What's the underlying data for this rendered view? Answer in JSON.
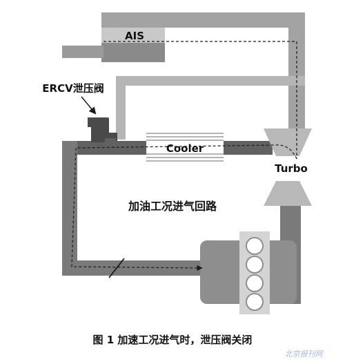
{
  "labels": {
    "ais": "AIS",
    "ercv": "ERCV泄压阀",
    "cooler": "Cooler",
    "turbo": "Turbo",
    "circuit": "加油工况进气回路"
  },
  "caption": "图 1  加速工况进气时，泄压阀关闭",
  "watermark": "北京报刊网",
  "colors": {
    "duct_light": "#a3a3a3",
    "duct_dark": "#616161",
    "ais_body": "#8a8a8a",
    "ais_band": "#c9c9c9",
    "turbo": "#b9b9b9",
    "engine_body": "#8e8e8e",
    "valve": "#4a4a4a",
    "flow_line": "#1a1a1a"
  }
}
